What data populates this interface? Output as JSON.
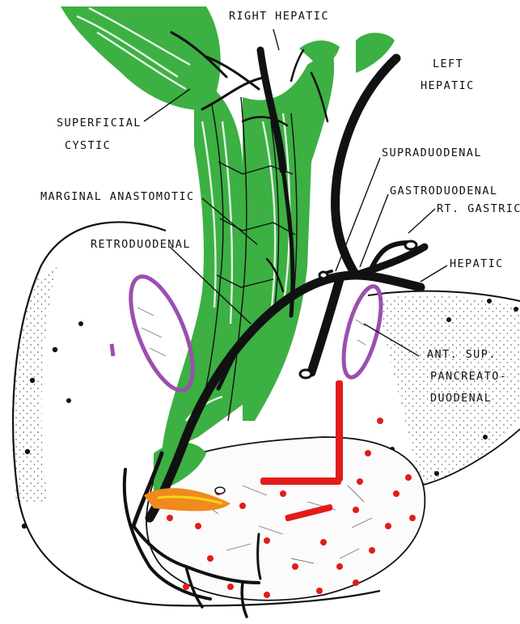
{
  "labels": {
    "right_hepatic": "RIGHT HEPATIC",
    "left_hepatic_1": "LEFT",
    "left_hepatic_2": "HEPATIC",
    "superficial_cystic_1": "SUPERFICIAL",
    "superficial_cystic_2": "CYSTIC",
    "supraduodenal": "SUPRADUODENAL",
    "marginal_anastomotic": "MARGINAL ANASTOMOTIC",
    "gastroduodenal": "GASTRODUODENAL",
    "rt_gastric": "RT. GASTRIC",
    "retroduodenal": "RETRODUODENAL",
    "hepatic": "HEPATIC",
    "ant_sup_1": "ANT. SUP.",
    "ant_sup_2": "PANCREATO-",
    "ant_sup_3": "DUODENAL"
  },
  "colors": {
    "artery": "#111111",
    "bile_duct_highlight": "#3cb043",
    "pancreas_highlight": "#e21b1b",
    "ring_highlight": "#9b4fb0",
    "ampulla_highlight": "#f08a1c",
    "ampulla_inner": "#f5d51c"
  }
}
